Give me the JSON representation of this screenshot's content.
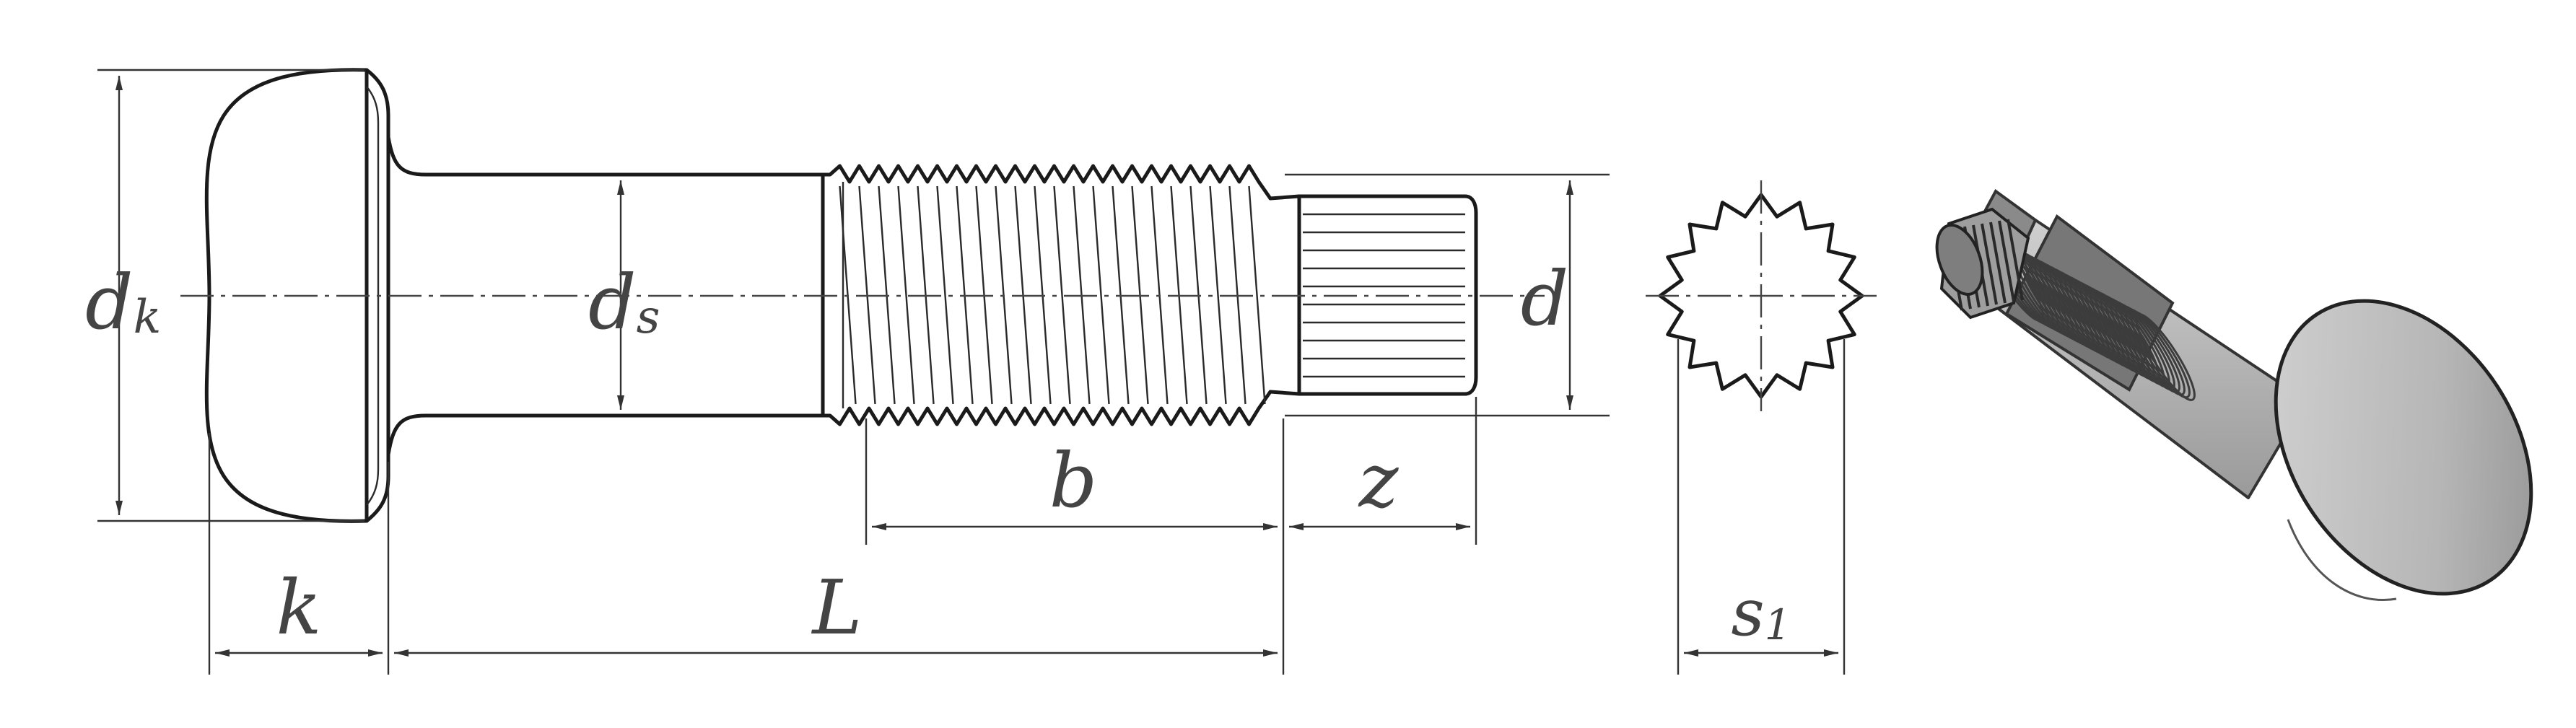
{
  "labels": {
    "dk": "d",
    "dk_sub": "k",
    "ds": "d",
    "ds_sub": "s",
    "d": "d",
    "k": "k",
    "L": "L",
    "b": "b",
    "z": "z",
    "s1": "s",
    "s1_sub": "1"
  },
  "colors": {
    "outline": "#1a1a1a",
    "dimension": "#333333",
    "label": "#444444",
    "render_fill": "#b9b9b9",
    "render_dark": "#6a6a6a"
  }
}
